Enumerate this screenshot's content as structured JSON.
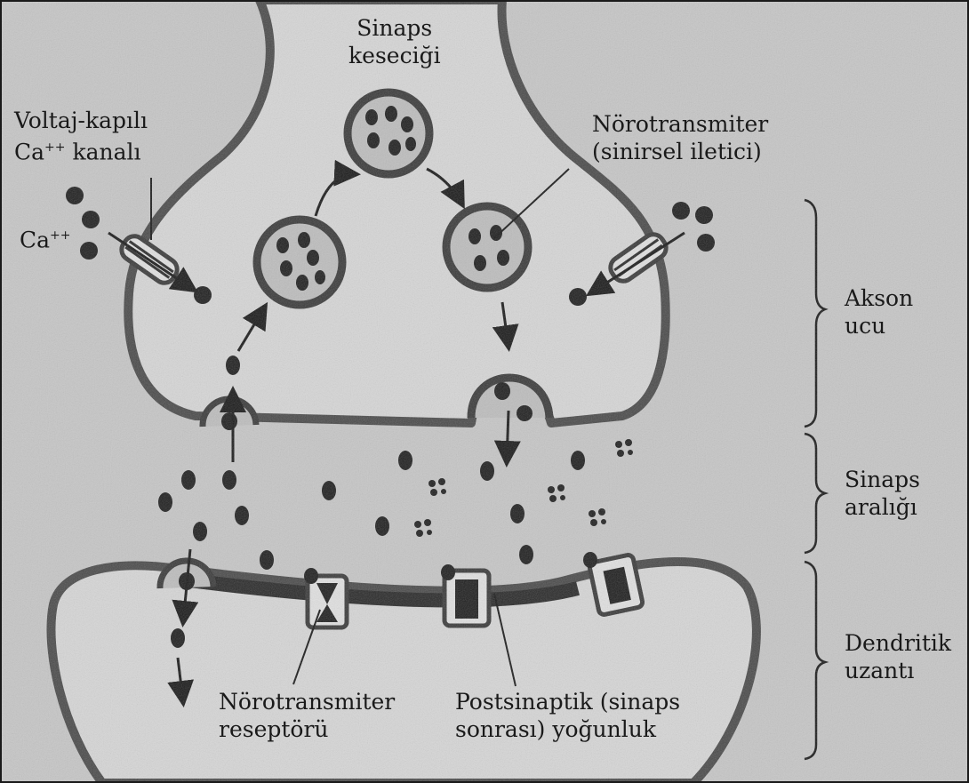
{
  "labels": {
    "synaptic_vesicle": [
      "Sinaps",
      "keseciği"
    ],
    "voltage_gated": [
      "Voltaj-kapılı",
      "Ca",
      "++",
      " kanalı"
    ],
    "ca_ion": [
      "Ca",
      "++"
    ],
    "neurotransmitter": [
      "Nörotransmiter",
      "(sinirsel iletici)"
    ],
    "axon_terminal": [
      "Akson",
      "ucu"
    ],
    "synaptic_cleft": [
      "Sinaps",
      "aralığı"
    ],
    "dendrite": [
      "Dendritik",
      "uzantı"
    ],
    "receptor": [
      "Nörotransmiter",
      "reseptörü"
    ],
    "postsynaptic_density": [
      "Postsinaptik (sinaps",
      "sonrası) yoğunluk"
    ]
  },
  "colors": {
    "background": "#c6c6c6",
    "membrane": "#4a4a4a",
    "cytoplasm": "#d6d6d6",
    "ink": "#1a1a1a"
  }
}
